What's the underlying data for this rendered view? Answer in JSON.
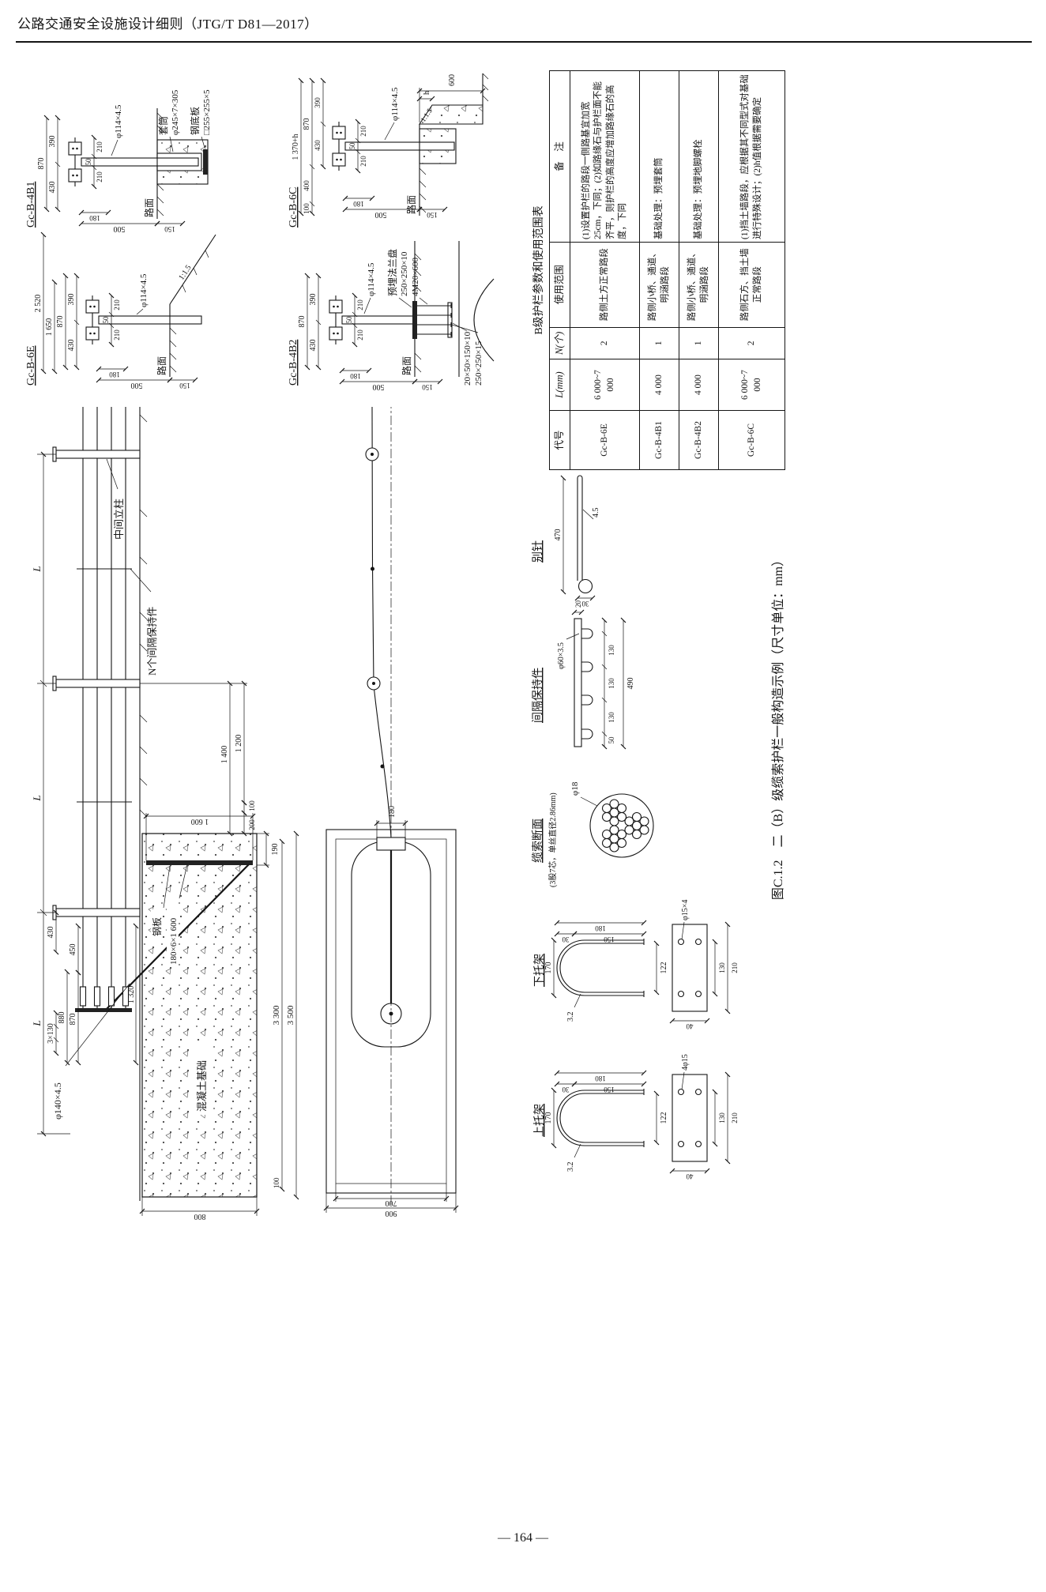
{
  "page": {
    "header_title": "公路交通安全设施设计细则（JTG/T D81—2017）",
    "page_number": "— 164 —",
    "figure_caption": "图C.1.2　二（B）级缆索护栏一般构造示例（尺寸单位：mm）"
  },
  "table": {
    "title": "B级护栏参数和使用范围表",
    "headers": {
      "code": "代号",
      "length": "L(mm)",
      "count": "N(个)",
      "scope": "使用范围",
      "remark": "备　注"
    },
    "rows": [
      {
        "code": "Gc-B-6E",
        "length": "6 000~7 000",
        "count": "2",
        "scope": "路侧土方正常路段",
        "remark": "(1)设置护栏的路段一侧路基宜加宽25cm，下同；(2)如路缘石与护栏面不能齐平，则护栏的高度应增加路缘石的高度，下同"
      },
      {
        "code": "Gc-B-4B1",
        "length": "4 000",
        "count": "1",
        "scope": "路侧小桥、通道、明涵路段",
        "remark": "基础处理：预埋套筒"
      },
      {
        "code": "Gc-B-4B2",
        "length": "4 000",
        "count": "1",
        "scope": "路侧小桥、通道、明涵路段",
        "remark": "基础处理：预埋地脚螺栓"
      },
      {
        "code": "Gc-B-6C",
        "length": "6 000~7 000",
        "count": "2",
        "scope": "路侧石方、挡土墙正常路段",
        "remark": "(1)挡土墙路段，应根据其不同型式对基础进行特殊设计；(2)h值根据需要确定"
      }
    ]
  },
  "elevation": {
    "span_label": "L",
    "mid_post": "中间立柱",
    "spacer_note": "N个间隔保持件",
    "anchor_rod": "φ140×4.5",
    "steel_plate": "钢板",
    "steel_plate_size": "180×6×1 600",
    "concrete": "混凝土基础",
    "dims": {
      "x130": "3×130",
      "d880": "880",
      "d870": "870",
      "d450": "450",
      "d1320": "1 320",
      "d430": "430",
      "d800": "800",
      "d1600": "1 600",
      "d190": "190",
      "d3300": "3 300",
      "d3500": "3 500",
      "d100a": "100",
      "d1400": "1 400",
      "d200": "200",
      "d100b": "100",
      "d1200": "1 200"
    }
  },
  "plan": {
    "d900": "900",
    "d700": "700",
    "d180": "180"
  },
  "details": {
    "gc6e": {
      "title": "Gc-B-6E",
      "road": "路面",
      "post": "φ114×4.5",
      "slope": "1:1.5",
      "d2520": "2 520",
      "d1650": "1 650",
      "d870": "870",
      "d430": "430",
      "d390": "390",
      "d210a": "210",
      "d50": "50",
      "d210b": "210",
      "d500": "500",
      "d180": "180",
      "d150": "150"
    },
    "gc4b1": {
      "title": "Gc-B-4B1",
      "road": "路面",
      "post": "φ114×4.5",
      "sleeve": "套筒",
      "sleeve_size": "φ245×7×305",
      "base_plate": "钢底板",
      "base_plate_size": "□255×255×5",
      "d870": "870",
      "d430": "430",
      "d390": "390",
      "d210a": "210",
      "d50": "50",
      "d210b": "210",
      "d500": "500",
      "d180": "180",
      "d150": "150"
    },
    "gc4b2": {
      "title": "Gc-B-4B2",
      "road": "路面",
      "post": "φ114×4.5",
      "flange": "预埋法兰盘",
      "flange_size": "250×250×10",
      "bolts": "4M20×600",
      "plate_a": "20×50×150×10",
      "plate_b": "250×250×15",
      "d870": "870",
      "d430": "430",
      "d390": "390",
      "d210a": "210",
      "d50": "50",
      "d210b": "210",
      "d500": "500",
      "d180": "180",
      "d150": "150"
    },
    "gc6c": {
      "title": "Gc-B-6C",
      "road": "路面",
      "post": "φ114×4.5",
      "slope": "1:1.5",
      "d1370h": "1 370+h",
      "d100": "100",
      "d400": "400",
      "d870": "870",
      "d430": "430",
      "d390": "390",
      "d210a": "210",
      "d50": "50",
      "d210b": "210",
      "d500": "500",
      "d180": "180",
      "d150": "150",
      "d600": "600",
      "dh": "h"
    }
  },
  "parts": {
    "upper": {
      "title": "上托架",
      "d170": "170",
      "d122": "122",
      "d32": "3.2",
      "d30": "30",
      "d150": "150",
      "d180": "180",
      "d40": "40",
      "d130": "130",
      "d210": "210",
      "holes": "4φ15"
    },
    "lower": {
      "title": "下托架",
      "d170": "170",
      "d122": "122",
      "d32": "3.2",
      "d30": "30",
      "d150": "150",
      "d180": "180",
      "d40": "40",
      "d130": "130",
      "d210": "210",
      "holes": "φ15×4"
    },
    "cable": {
      "title": "缆索断面",
      "subtitle": "(3股7芯，单丝直径2.86mm)",
      "dia": "φ18"
    },
    "spacer": {
      "title": "间隔保持件",
      "tube": "φ60×3.5",
      "d50": "50",
      "d130a": "130",
      "d130b": "130",
      "d130c": "130",
      "d490": "490",
      "d20": "20"
    },
    "pin": {
      "title": "别针",
      "d470": "470",
      "d30": "30",
      "d45": "4.5"
    }
  }
}
